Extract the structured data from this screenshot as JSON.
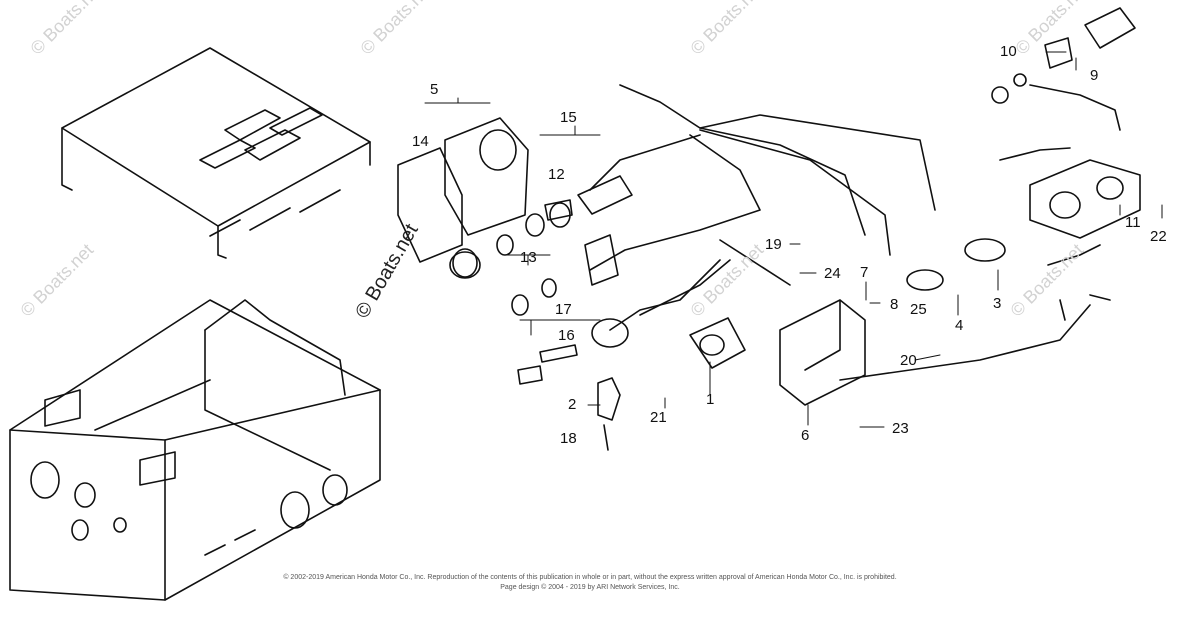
{
  "watermarks": {
    "site": "© Boats.net"
  },
  "callouts": [
    "1",
    "2",
    "3",
    "4",
    "5",
    "6",
    "7",
    "8",
    "9",
    "10",
    "11",
    "12",
    "13",
    "14",
    "15",
    "16",
    "17",
    "18",
    "19",
    "20",
    "21",
    "22",
    "23",
    "24",
    "25"
  ],
  "copyright": {
    "line1": "© 2002-2019 American Honda Motor Co., Inc. Reproduction of the contents of this publication in whole or in part, without the express written approval of American Honda Motor Co., Inc. is prohibited.",
    "line2": "Page design © 2004 - 2019 by ARI Network Services, Inc."
  }
}
